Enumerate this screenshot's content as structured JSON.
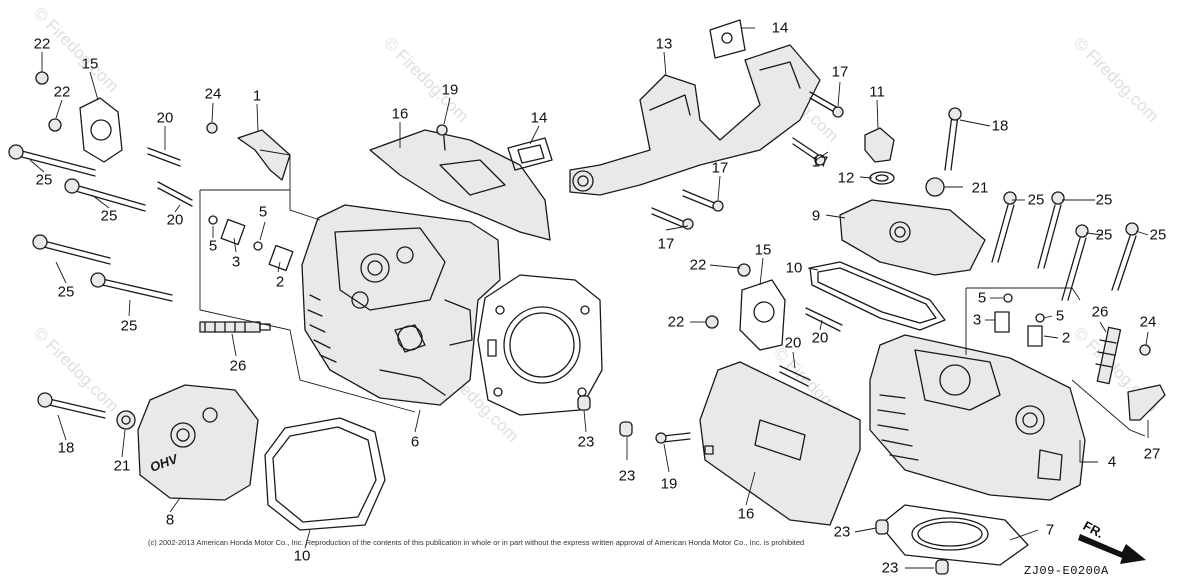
{
  "watermarks": [
    "© Firedog.com",
    "© Firedog.com",
    "© Firedog.com",
    "© Firedog.com",
    "© Firedog.com",
    "© Firedog.com",
    "© Firedog.com",
    "© Firedog.com"
  ],
  "copyright": "(c) 2002-2013 American Honda Motor Co., Inc. Reproduction of the contents of this publication in whole or in part without the express written approval of American Honda Motor Co., Inc. is prohibited",
  "diagram_code": "ZJ09-E0200A",
  "front_label": "FR.",
  "cover_emblem": "OHV",
  "callouts": [
    "22",
    "22",
    "15",
    "24",
    "1",
    "20",
    "16",
    "19",
    "14",
    "13",
    "14",
    "17",
    "11",
    "18",
    "25",
    "25",
    "20",
    "25",
    "25",
    "5",
    "5",
    "3",
    "2",
    "26",
    "17",
    "12",
    "21",
    "9",
    "25",
    "25",
    "25",
    "25",
    "17",
    "22",
    "15",
    "10",
    "22",
    "20",
    "5",
    "5",
    "3",
    "2",
    "26",
    "24",
    "18",
    "21",
    "8",
    "10",
    "6",
    "23",
    "23",
    "19",
    "16",
    "4",
    "27",
    "7",
    "23",
    "23",
    "20",
    "17"
  ]
}
